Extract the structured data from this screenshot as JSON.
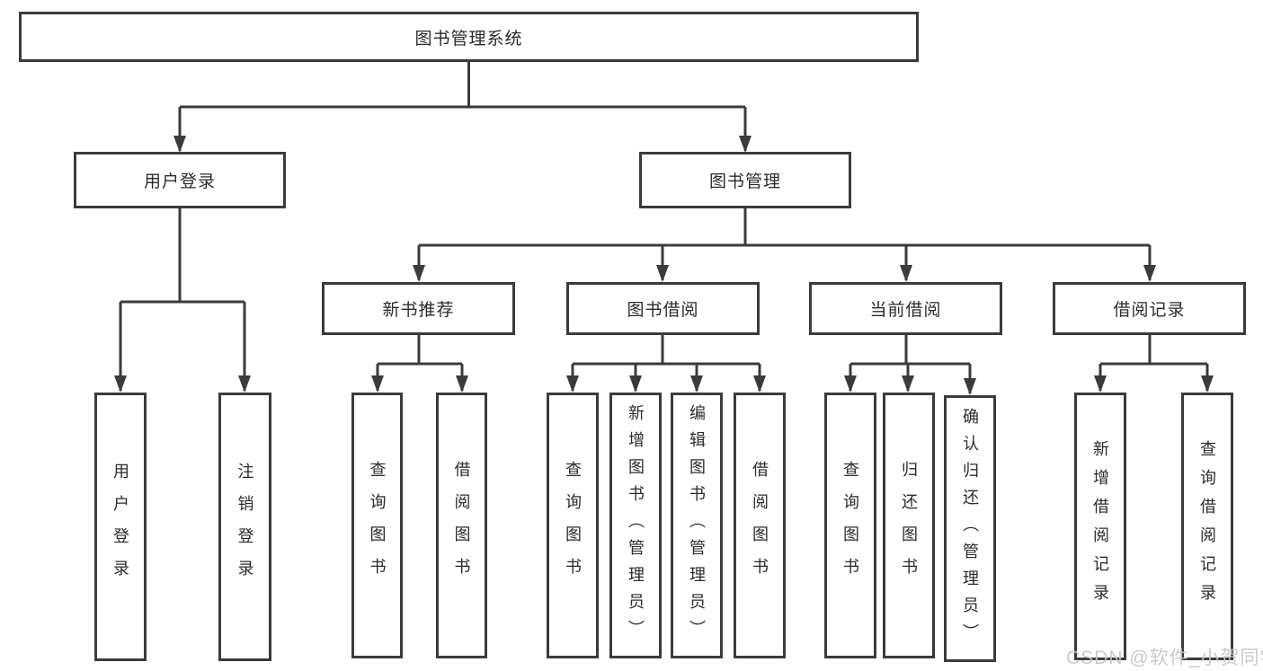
{
  "colors": {
    "line": "#3b3b3b",
    "text": "#2b2b2b",
    "watermark": "#c6c6c6",
    "background": "#ffffff"
  },
  "watermark": "CSDN @软件_小贺同学",
  "tree": {
    "label": "图书管理系统",
    "children": [
      {
        "label": "用户登录",
        "children": [
          {
            "label": "用户登录"
          },
          {
            "label": "注销登录"
          }
        ]
      },
      {
        "label": "图书管理",
        "children": [
          {
            "label": "新书推荐",
            "children": [
              {
                "label": "查询图书"
              },
              {
                "label": "借阅图书"
              }
            ]
          },
          {
            "label": "图书借阅",
            "children": [
              {
                "label": "查询图书"
              },
              {
                "label": "新增图书（管理员）"
              },
              {
                "label": "编辑图书（管理员）"
              },
              {
                "label": "借阅图书"
              }
            ]
          },
          {
            "label": "当前借阅",
            "children": [
              {
                "label": "查询图书"
              },
              {
                "label": "归还图书"
              },
              {
                "label": "确认归还（管理员）"
              }
            ]
          },
          {
            "label": "借阅记录",
            "children": [
              {
                "label": "新增借阅记录"
              },
              {
                "label": "查询借阅记录"
              }
            ]
          }
        ]
      }
    ]
  }
}
